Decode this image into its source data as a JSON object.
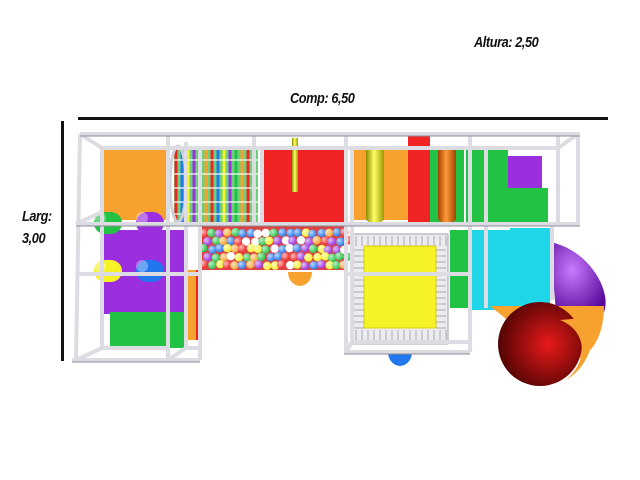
{
  "labels": {
    "altura": "Altura: 2,50",
    "comp": "Comp: 6,50",
    "larg_line1": "Larg:",
    "larg_line2": "3,00"
  },
  "colors": {
    "frame": "#e8e8ec",
    "frame_edge": "#9a9aa4",
    "orange": "#f7a22e",
    "red": "#f02424",
    "green": "#22c244",
    "purple": "#9b2fe0",
    "yellow": "#f5f225",
    "cyan": "#1fd6e8",
    "blue": "#2277ee",
    "dark_red": "#8a0a0a"
  }
}
